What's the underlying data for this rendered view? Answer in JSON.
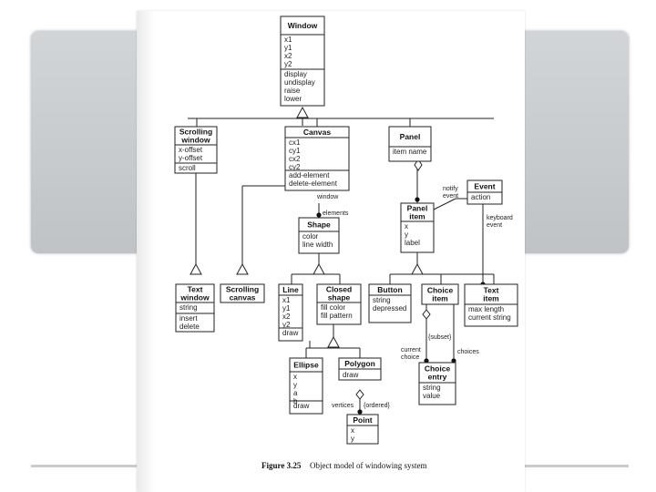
{
  "figure": {
    "caption_label": "Figure 3.25",
    "caption_text": "Object model of windowing system"
  },
  "classes": {
    "window": {
      "name": "Window",
      "attrs": [
        "x1",
        "y1",
        "x2",
        "y2"
      ],
      "ops": [
        "display",
        "undisplay",
        "raise",
        "lower"
      ]
    },
    "scrolling_window": {
      "name": [
        "Scrolling",
        "window"
      ],
      "attrs": [
        "x-offset",
        "y-offset"
      ],
      "ops": [
        "scroll"
      ]
    },
    "canvas": {
      "name": "Canvas",
      "attrs": [
        "cx1",
        "cy1",
        "cx2",
        "cy2"
      ],
      "ops": [
        "add-element",
        "delete-element"
      ]
    },
    "panel": {
      "name": "Panel",
      "attrs": [
        "item name"
      ],
      "ops": []
    },
    "event": {
      "name": "Event",
      "attrs": [
        "action"
      ],
      "ops": []
    },
    "panel_item": {
      "name": [
        "Panel",
        "item"
      ],
      "attrs": [
        "x",
        "y",
        "label"
      ],
      "ops": []
    },
    "shape": {
      "name": "Shape",
      "attrs": [
        "color",
        "line width"
      ],
      "ops": []
    },
    "text_window": {
      "name": [
        "Text",
        "window"
      ],
      "attrs": [
        "string"
      ],
      "ops": [
        "insert",
        "delete"
      ]
    },
    "scrolling_canvas": {
      "name": [
        "Scrolling",
        "canvas"
      ],
      "attrs": [],
      "ops": []
    },
    "line": {
      "name": "Line",
      "attrs": [
        "x1",
        "y1",
        "x2",
        "y2"
      ],
      "ops": [
        "draw"
      ]
    },
    "closed_shape": {
      "name": [
        "Closed",
        "shape"
      ],
      "attrs": [
        "fill color",
        "fill pattern"
      ],
      "ops": []
    },
    "button": {
      "name": "Button",
      "attrs": [
        "string",
        "depressed"
      ],
      "ops": []
    },
    "choice_item": {
      "name": [
        "Choice",
        "item"
      ],
      "attrs": [],
      "ops": []
    },
    "text_item": {
      "name": [
        "Text",
        "item"
      ],
      "attrs": [
        "max length",
        "current string"
      ],
      "ops": []
    },
    "ellipse": {
      "name": "Ellipse",
      "attrs": [
        "x",
        "y",
        "a",
        "b"
      ],
      "ops": [
        "draw"
      ]
    },
    "polygon": {
      "name": "Polygon",
      "attrs": [],
      "ops": [
        "draw"
      ]
    },
    "choice_entry": {
      "name": [
        "Choice",
        "entry"
      ],
      "attrs": [
        "string",
        "value"
      ],
      "ops": []
    },
    "point": {
      "name": "Point",
      "attrs": [
        "x",
        "y"
      ],
      "ops": []
    }
  },
  "associations": {
    "window_role": "window",
    "elements_role": "elements",
    "notify_event": [
      "notify",
      "event"
    ],
    "keyboard_event": [
      "keyboard",
      "event"
    ],
    "subset": "{subset}",
    "current_choice": [
      "current",
      "choice"
    ],
    "choices": "choices",
    "vertices": "vertices",
    "ordered": "{ordered}"
  }
}
